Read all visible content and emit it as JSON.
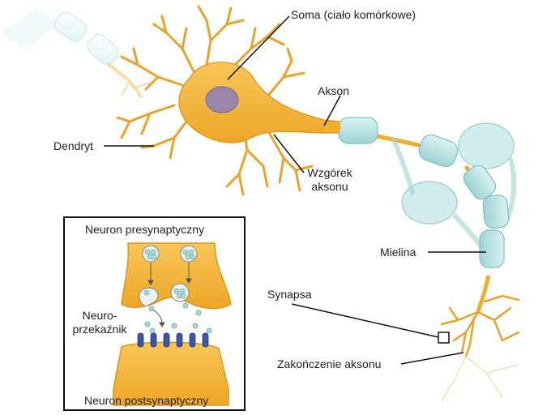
{
  "labels": {
    "soma": "Soma (ciało komórkowe)",
    "akson": "Akson",
    "dendryt": "Dendryt",
    "wzgorek_line1": "Wzgórek",
    "wzgorek_line2": "aksonu",
    "mielina": "Mielina",
    "synapsa": "Synapsa",
    "zakonczenie": "Zakończenie aksonu"
  },
  "inset": {
    "title_top": "Neuron presynaptyczny",
    "title_bottom": "Neuron postsynaptyczny",
    "neuro_line1": "Neuro-",
    "neuro_line2": "przekaźnik"
  },
  "colors": {
    "neuron_fill": "#f4b73a",
    "neuron_stroke": "#d9951f",
    "nucleus": "#9a86a8",
    "myelin_fill": "#bfe6e6",
    "myelin_stroke": "#7fbfc0",
    "receptor": "#3c55a8",
    "vesicle": "#a9d9d3",
    "label_line": "#111111"
  }
}
